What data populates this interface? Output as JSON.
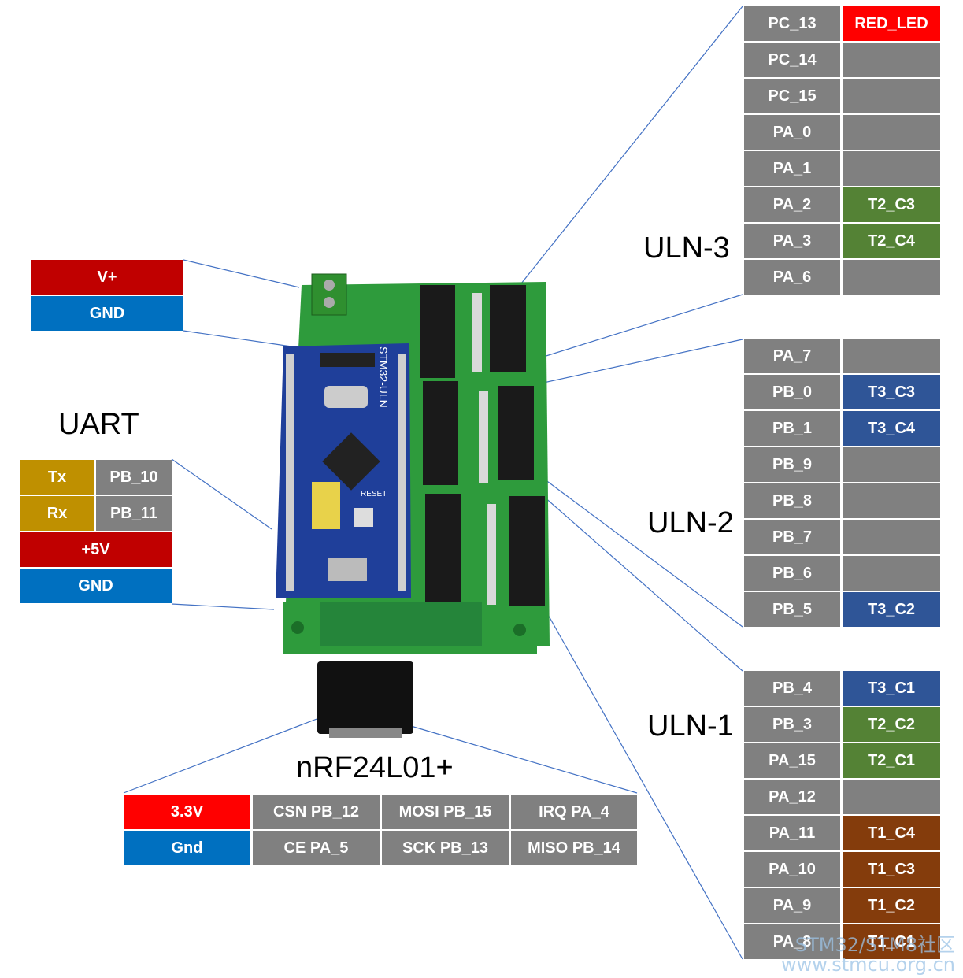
{
  "uln3": {
    "title": "ULN-3",
    "rows": [
      {
        "pin": "PC_13",
        "func": "RED_LED"
      },
      {
        "pin": "PC_14",
        "func": ""
      },
      {
        "pin": "PC_15",
        "func": ""
      },
      {
        "pin": "PA_0",
        "func": ""
      },
      {
        "pin": "PA_1",
        "func": ""
      },
      {
        "pin": "PA_2",
        "func": "T2_C3"
      },
      {
        "pin": "PA_3",
        "func": "T2_C4"
      },
      {
        "pin": "PA_6",
        "func": ""
      }
    ]
  },
  "uln2": {
    "title": "ULN-2",
    "rows": [
      {
        "pin": "PA_7",
        "func": ""
      },
      {
        "pin": "PB_0",
        "func": "T3_C3"
      },
      {
        "pin": "PB_1",
        "func": "T3_C4"
      },
      {
        "pin": "PB_9",
        "func": ""
      },
      {
        "pin": "PB_8",
        "func": ""
      },
      {
        "pin": "PB_7",
        "func": ""
      },
      {
        "pin": "PB_6",
        "func": ""
      },
      {
        "pin": "PB_5",
        "func": "T3_C2"
      }
    ]
  },
  "uln1": {
    "title": "ULN-1",
    "rows": [
      {
        "pin": "PB_4",
        "func": "T3_C1"
      },
      {
        "pin": "PB_3",
        "func": "T2_C2"
      },
      {
        "pin": "PA_15",
        "func": "T2_C1"
      },
      {
        "pin": "PA_12",
        "func": ""
      },
      {
        "pin": "PA_11",
        "func": "T1_C4"
      },
      {
        "pin": "PA_10",
        "func": "T1_C3"
      },
      {
        "pin": "PA_9",
        "func": "T1_C2"
      },
      {
        "pin": "PA_8",
        "func": "T1_C1"
      }
    ]
  },
  "power": {
    "vplus": "V+",
    "gnd": "GND"
  },
  "uart": {
    "title": "UART",
    "tx": "Tx",
    "tx_pin": "PB_10",
    "rx": "Rx",
    "rx_pin": "PB_11",
    "v5": "+5V",
    "gnd": "GND"
  },
  "nrf": {
    "title": "nRF24L01+",
    "row1": [
      "3.3V",
      "CSN PB_12",
      "MOSI PB_15",
      "IRQ PA_4"
    ],
    "row2": [
      "Gnd",
      "CE PA_5",
      "SCK PB_13",
      "MISO PB_14"
    ]
  },
  "board": {
    "silk_name": "STM32-ULN",
    "reset_label": "RESET"
  },
  "watermark": {
    "line1": "STM32/STM8社区",
    "line2": "www.stmcu.org.cn"
  },
  "colors": {
    "gray": "#808080",
    "dark_red": "#c00000",
    "bright_red": "#ff0000",
    "blue": "#0070c0",
    "gold": "#bf9000",
    "green": "#548235",
    "navy": "#2f5597",
    "brown": "#843c0c",
    "pcb_green": "#2e9b3c",
    "pcb_blue": "#1f3f9a",
    "leader_line": "#4472c4"
  }
}
